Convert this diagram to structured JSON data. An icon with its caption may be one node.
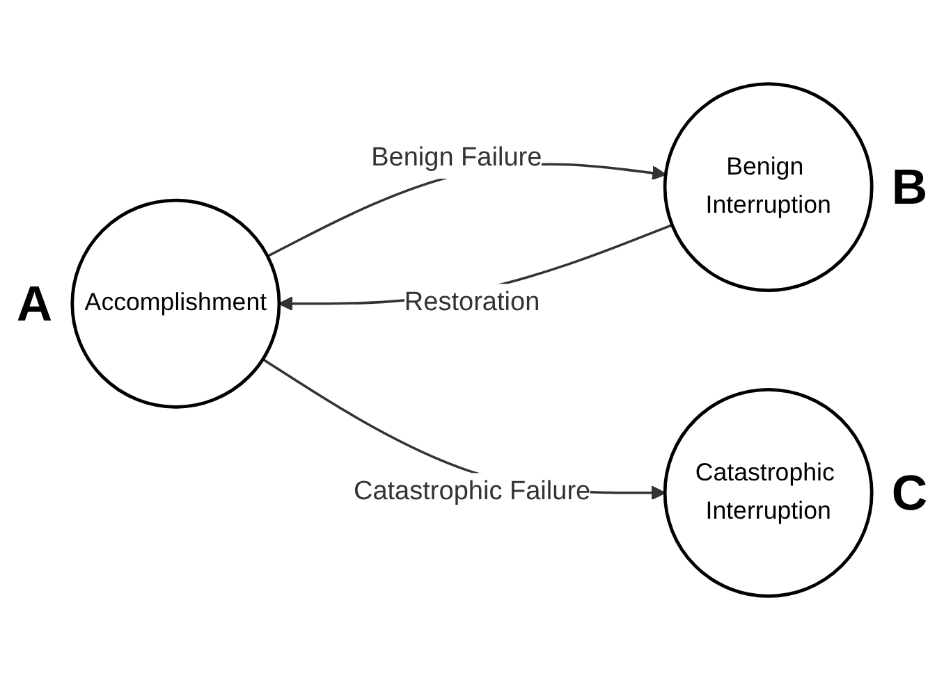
{
  "diagram": {
    "nodes": [
      {
        "text": [
          "Accomplishment"
        ],
        "beside": [
          "A"
        ]
      },
      {
        "text": [
          "Benign Interruption"
        ],
        "beside": [
          "B"
        ]
      },
      {
        "text": [
          "Catastrophic Interruption"
        ],
        "beside": [
          "C"
        ]
      }
    ],
    "edges": [
      {
        "from": 0,
        "to": 1,
        "arrow": "to",
        "label": "Benign Failure"
      },
      {
        "from": 1,
        "to": 0,
        "arrow": "to",
        "label": "Restoration"
      },
      {
        "from": 0,
        "to": 2,
        "arrow": "to",
        "label": "Catastrophic Failure"
      }
    ]
  }
}
